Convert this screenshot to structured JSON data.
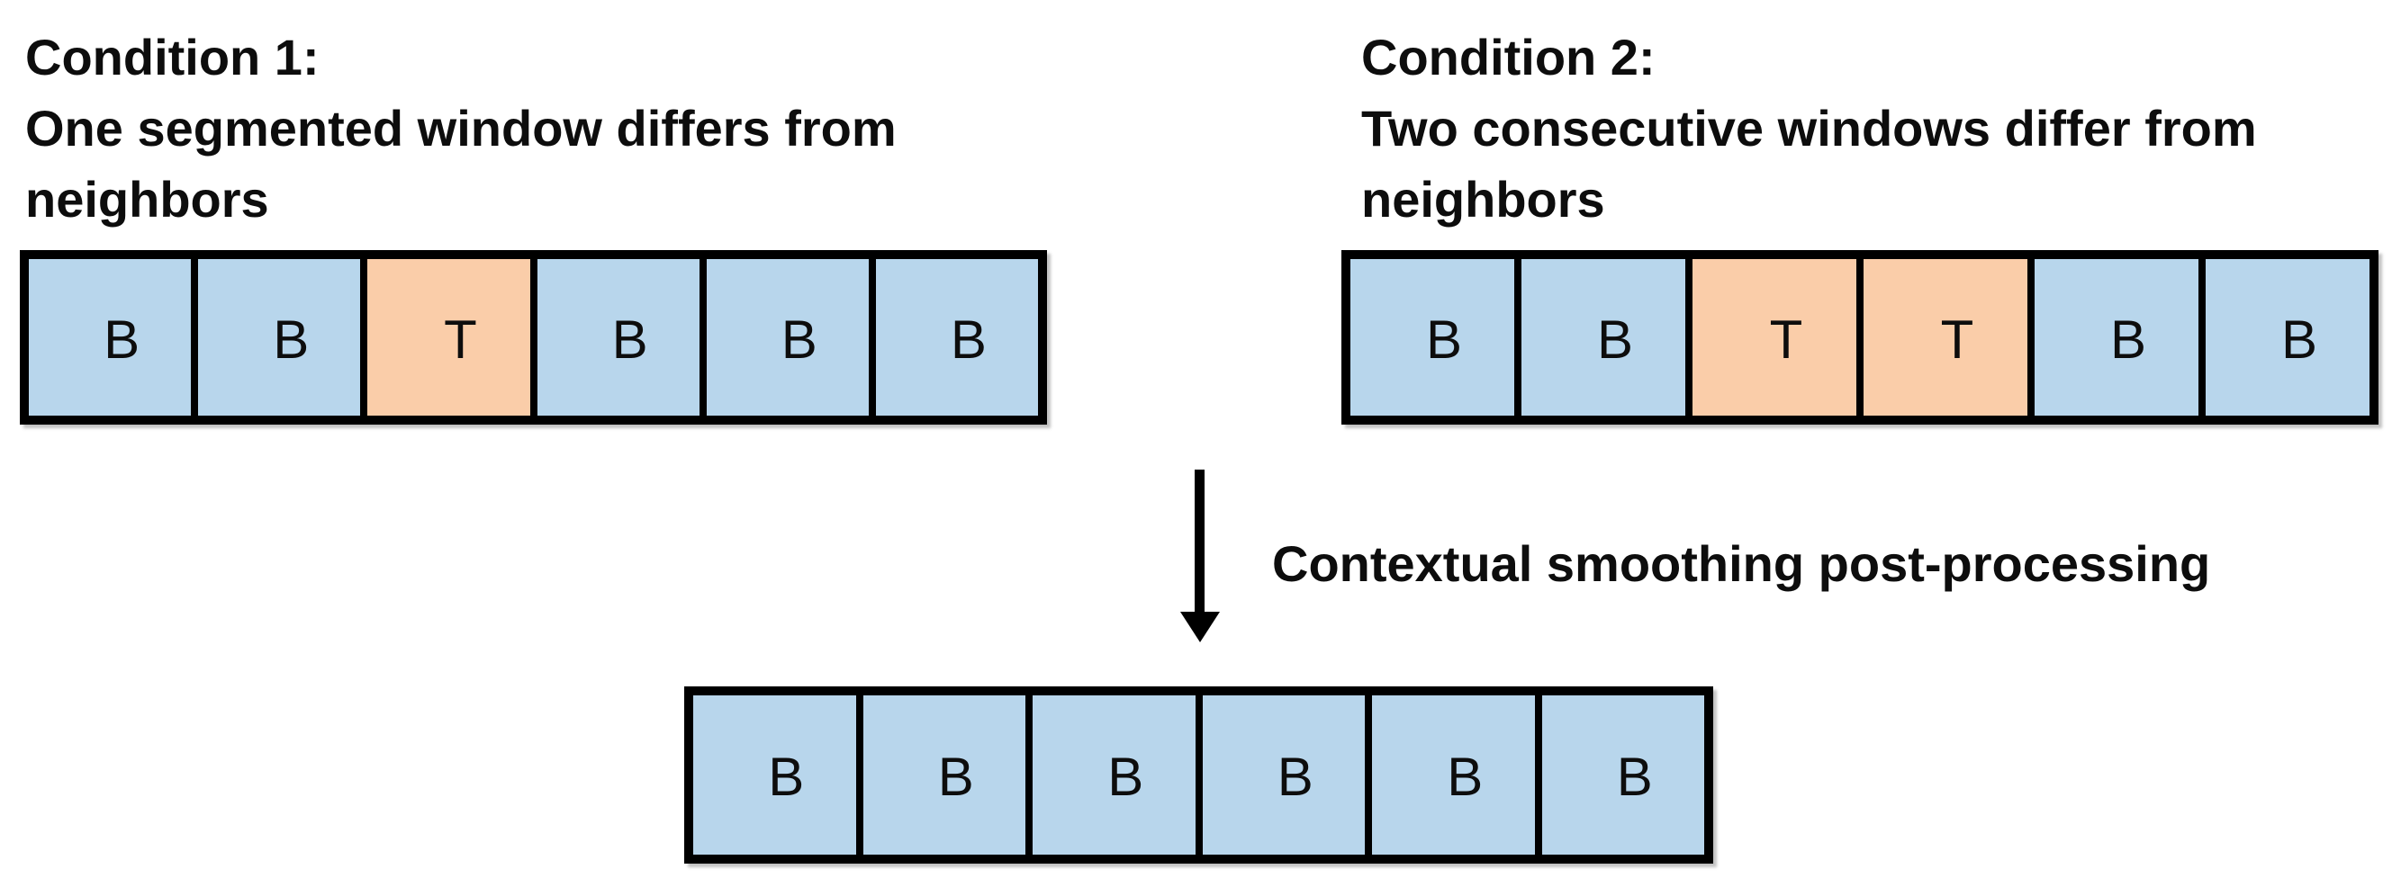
{
  "colors": {
    "page_background": "#FFFFFF",
    "background_window": "#B8D6EC",
    "anomaly_window": "#FACDA9",
    "border": "#000000",
    "text": "#0D0D0D"
  },
  "diagram": {
    "condition1": {
      "title_lines": [
        "Condition 1:",
        "One segmented window differs from",
        "neighbors"
      ],
      "windows": [
        {
          "label": "B",
          "type": "B"
        },
        {
          "label": "B",
          "type": "B"
        },
        {
          "label": "T",
          "type": "T"
        },
        {
          "label": "B",
          "type": "B"
        },
        {
          "label": "B",
          "type": "B"
        },
        {
          "label": "B",
          "type": "B"
        }
      ]
    },
    "condition2": {
      "title_lines": [
        "Condition 2:",
        "Two consecutive windows differ from",
        "neighbors"
      ],
      "windows": [
        {
          "label": "B",
          "type": "B"
        },
        {
          "label": "B",
          "type": "B"
        },
        {
          "label": "T",
          "type": "T"
        },
        {
          "label": "T",
          "type": "T"
        },
        {
          "label": "B",
          "type": "B"
        },
        {
          "label": "B",
          "type": "B"
        }
      ]
    },
    "process": {
      "arrow_label": "Contextual smoothing post-processing"
    },
    "result": {
      "windows": [
        {
          "label": "B",
          "type": "B"
        },
        {
          "label": "B",
          "type": "B"
        },
        {
          "label": "B",
          "type": "B"
        },
        {
          "label": "B",
          "type": "B"
        },
        {
          "label": "B",
          "type": "B"
        },
        {
          "label": "B",
          "type": "B"
        }
      ]
    }
  }
}
